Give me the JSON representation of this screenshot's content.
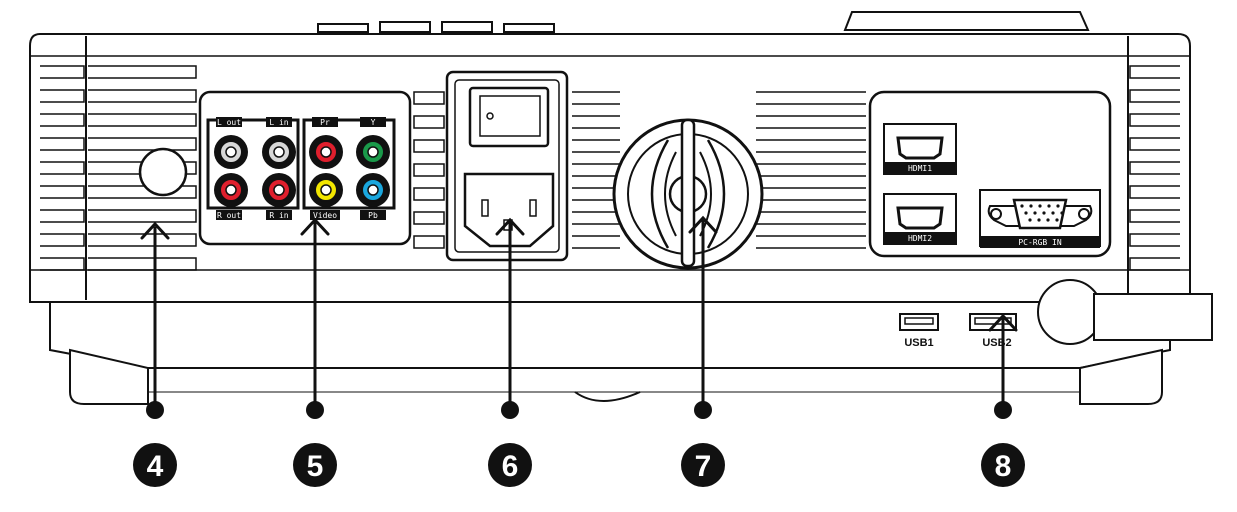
{
  "ports": {
    "audio_l_out": "L out",
    "audio_l_in": "L in",
    "audio_r_out": "R out",
    "audio_r_in": "R in",
    "component_pr": "Pr",
    "component_y": "Y",
    "component_pb": "Pb",
    "video": "Video",
    "hdmi1": "HDMI1",
    "hdmi2": "HDMI2",
    "vga": "PC-RGB IN",
    "usb1": "USB1",
    "usb2": "USB2"
  },
  "callouts": [
    "4",
    "5",
    "6",
    "7",
    "8"
  ],
  "colors": {
    "red": "#e01f2d",
    "white": "#d8d8d8",
    "green": "#1a9a4a",
    "yellow": "#f2e600",
    "blue": "#1aa7de",
    "ink": "#111111"
  }
}
